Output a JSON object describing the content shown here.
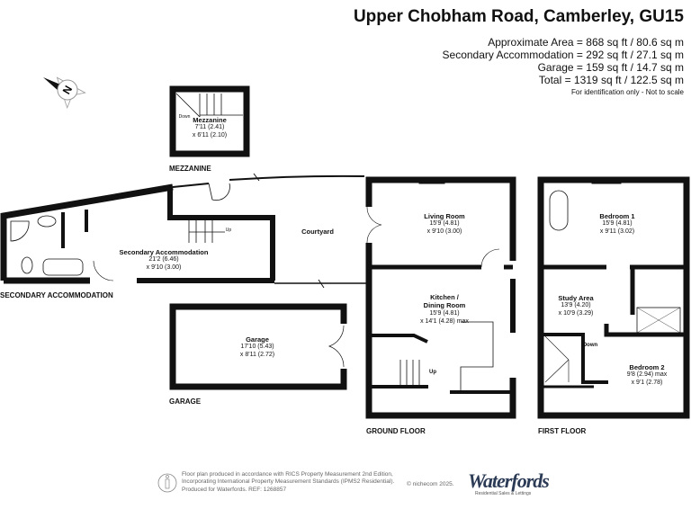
{
  "header": {
    "title": "Upper Chobham Road, Camberley, GU15",
    "areas": [
      "Approximate Area = 868 sq ft / 80.6 sq m",
      "Secondary Accommodation = 292 sq ft / 27.1 sq m",
      "Garage = 159 sq ft / 14.7 sq m",
      "Total = 1319 sq ft / 122.5 sq m"
    ],
    "note": "For identification only - Not to scale"
  },
  "compass": {
    "label": "N"
  },
  "rooms": {
    "mezzanine": {
      "name": "Mezzanine",
      "dim1": "7'11 (2.41)",
      "dim2": "x 6'11 (2.10)",
      "stair": "Down"
    },
    "secondary": {
      "name": "Secondary Accommodation",
      "dim1": "21'2 (6.46)",
      "dim2": "x 9'10 (3.00)",
      "stair": "Up"
    },
    "courtyard": {
      "name": "Courtyard"
    },
    "garage": {
      "name": "Garage",
      "dim1": "17'10 (5.43)",
      "dim2": "x 8'11 (2.72)"
    },
    "living": {
      "name": "Living Room",
      "dim1": "15'9 (4.81)",
      "dim2": "x 9'10 (3.00)"
    },
    "kitchen": {
      "name": "Kitchen /",
      "name2": "Dining Room",
      "dim1": "15'9 (4.81)",
      "dim2": "x 14'1 (4.28) max",
      "stair": "Up"
    },
    "bedroom1": {
      "name": "Bedroom 1",
      "dim1": "15'9 (4.81)",
      "dim2": "x 9'11 (3.02)"
    },
    "study": {
      "name": "Study Area",
      "dim1": "13'9 (4.20)",
      "dim2": "x 10'9 (3.29)",
      "stair": "Down"
    },
    "bedroom2": {
      "name": "Bedroom 2",
      "dim1": "9'8 (2.94) max",
      "dim2": "x 9'1 (2.78)"
    }
  },
  "floors": {
    "mezzanine": "MEZZANINE",
    "secondary": "SECONDARY ACCOMMODATION",
    "garage": "GARAGE",
    "ground": "GROUND FLOOR",
    "first": "FIRST FLOOR"
  },
  "footer": {
    "line1": "Floor plan produced in accordance with RICS Property Measurement 2nd Edition,",
    "line2": "Incorporating International Property Measurement Standards (IPMS2 Residential).",
    "line3": "Produced for Waterfords.   REF:  1268857",
    "copyright": "© nichecom 2025.",
    "logo": "Waterfords",
    "logo_sub": "Residential Sales & Lettings"
  }
}
